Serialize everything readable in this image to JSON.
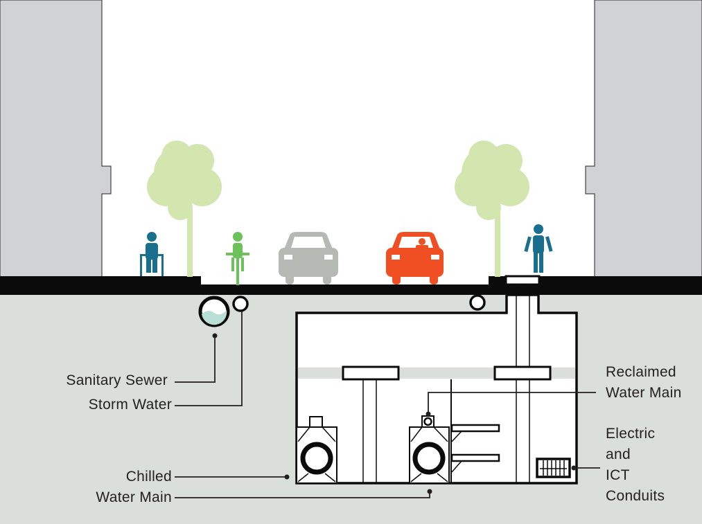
{
  "colors": {
    "building": "#d1d2d4",
    "ground": "#dadfdb",
    "pavement": "#0b0b0b",
    "tree": "#d3e6b0",
    "pedestrian": "#1a6f8f",
    "cyclist": "#6cc25a",
    "car_grey": "#b5b8b3",
    "car_red": "#f04e23",
    "sewer_water": "#b9ded6"
  },
  "labels": {
    "sanitary_sewer": "Sanitary Sewer",
    "storm_water": "Storm Water",
    "chilled": "Chilled",
    "water_main": "Water Main",
    "reclaimed_1": "Reclaimed",
    "reclaimed_2": "Water Main",
    "electric_1": "Electric",
    "electric_2": "and",
    "electric_3": "ICT",
    "electric_4": "Conduits"
  }
}
